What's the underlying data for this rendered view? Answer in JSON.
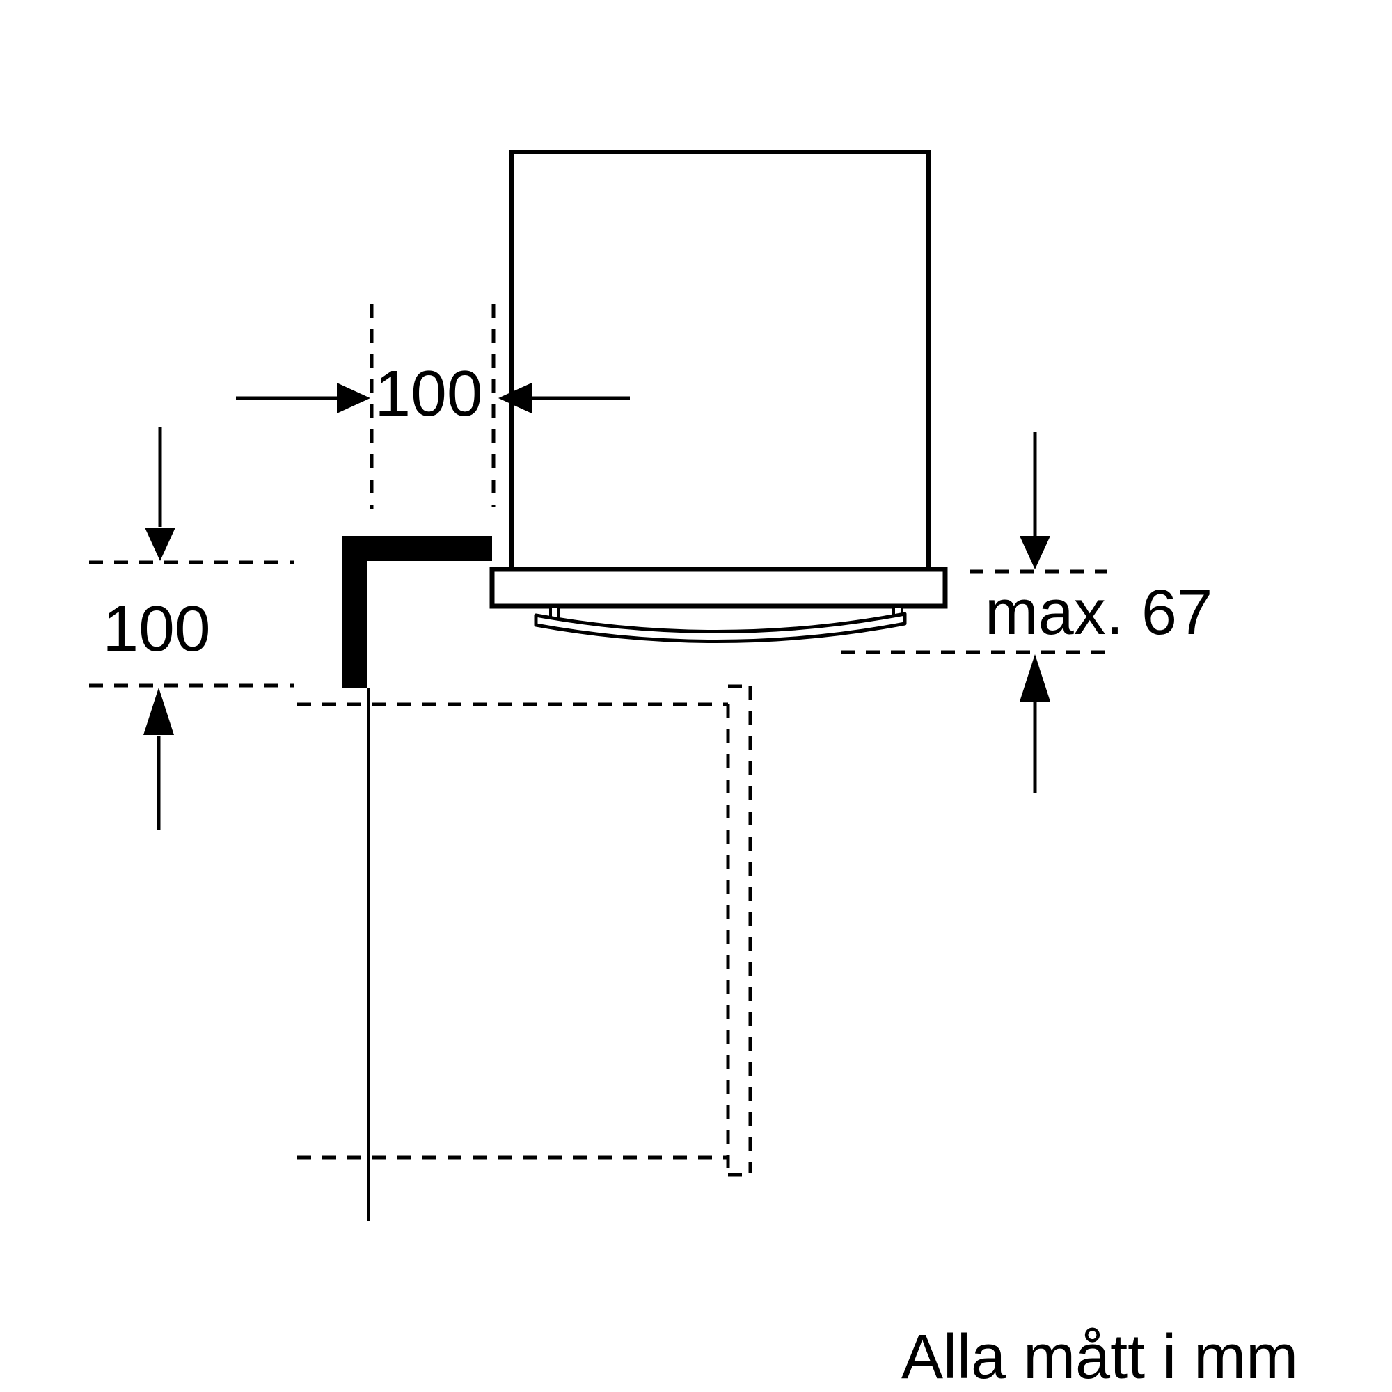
{
  "diagram": {
    "footnote": "Alla mått i mm",
    "dimensions": {
      "top_side_clearance": {
        "label": "100",
        "value_mm": 100
      },
      "left_vertical_clearance": {
        "label": "100",
        "value_mm": 100
      },
      "handle_protrusion": {
        "label": "max. 67",
        "value_mm": 67
      }
    },
    "colors": {
      "line": "#000000",
      "background": "#ffffff"
    },
    "parts": [
      "appliance-body",
      "trim-panel",
      "door-handle",
      "side-panel-cross-section",
      "lower-cabinet-niche",
      "ventilation-slot"
    ]
  }
}
